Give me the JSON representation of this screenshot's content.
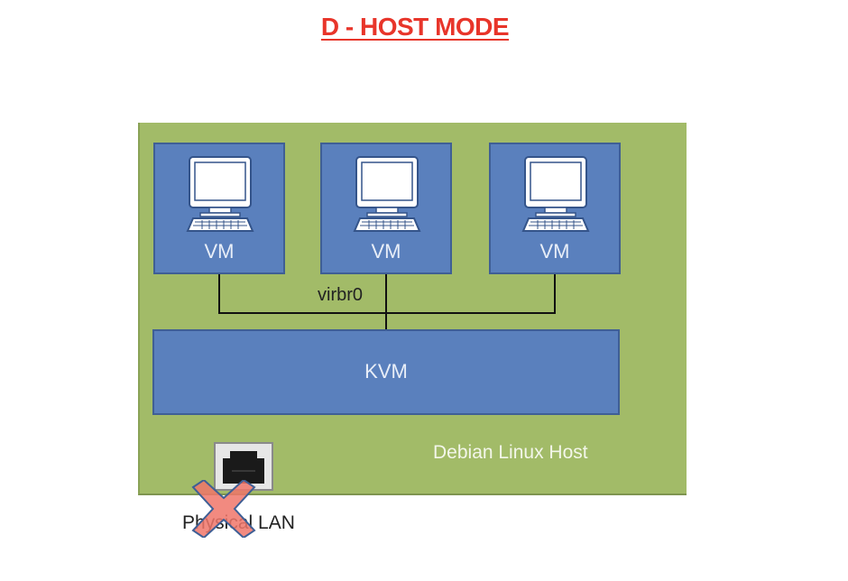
{
  "title": "D - HOST MODE",
  "host": {
    "label": "Debian Linux Host",
    "color": "#a2bb68"
  },
  "vms": [
    {
      "label": "VM",
      "icon": "computer-icon"
    },
    {
      "label": "VM",
      "icon": "computer-icon"
    },
    {
      "label": "VM",
      "icon": "computer-icon"
    }
  ],
  "bridge": {
    "label": "virbr0"
  },
  "hypervisor": {
    "label": "KVM",
    "color": "#5a80bd"
  },
  "physical_lan": {
    "label": "Physical LAN",
    "icon": "ethernet-port-icon",
    "status_icon": "disconnected-x-icon",
    "x_color": "#f0766a"
  },
  "colors": {
    "title": "#e8352a",
    "box_fill": "#5a80bd",
    "box_border": "#3f5f95"
  }
}
